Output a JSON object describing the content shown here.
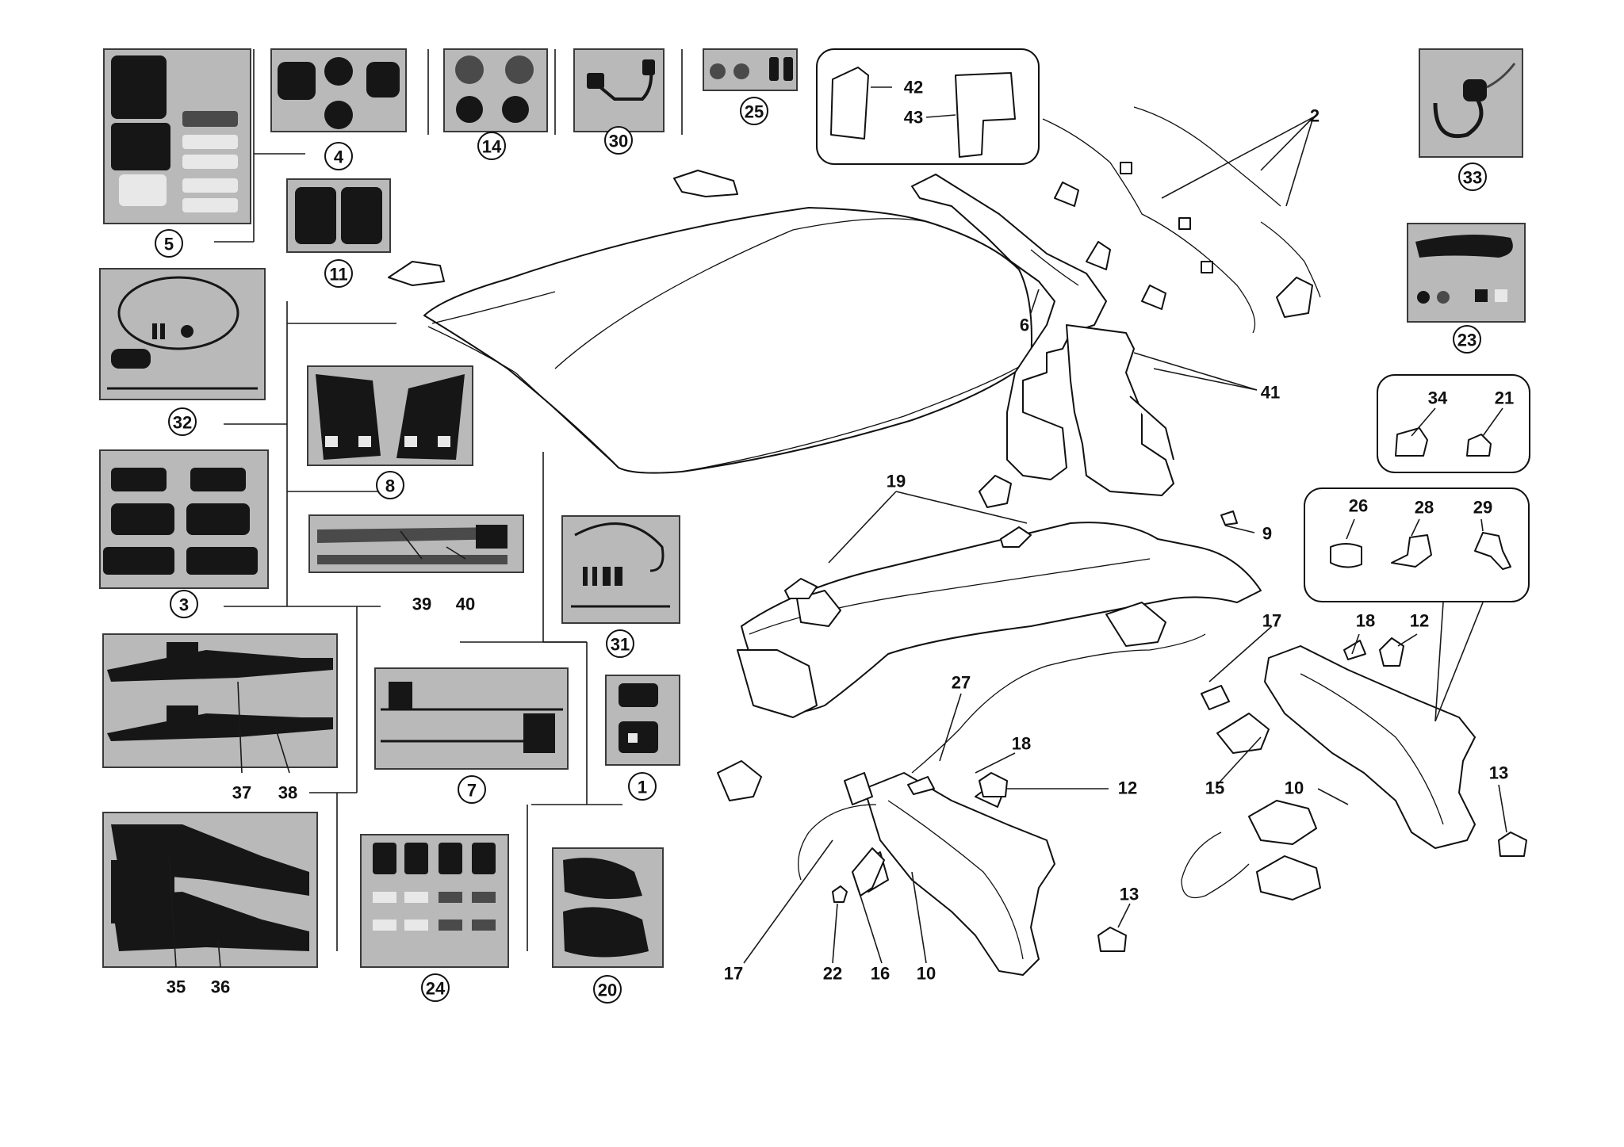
{
  "diagram": {
    "callouts_circled": [
      "5",
      "4",
      "14",
      "30",
      "25",
      "33",
      "11",
      "32",
      "8",
      "23",
      "3",
      "31",
      "7",
      "1",
      "24",
      "20"
    ],
    "callouts_plain": [
      "42",
      "43",
      "2",
      "6",
      "41",
      "34",
      "21",
      "26",
      "28",
      "29",
      "19",
      "9",
      "39",
      "40",
      "17",
      "18",
      "12",
      "27",
      "18",
      "12",
      "15",
      "10",
      "13",
      "37",
      "38",
      "17",
      "22",
      "16",
      "10",
      "13",
      "35",
      "36"
    ]
  },
  "labels": {
    "c5": "5",
    "c4": "4",
    "c14": "14",
    "c30": "30",
    "c25": "25",
    "c33": "33",
    "c11": "11",
    "c32": "32",
    "c8": "8",
    "c23": "23",
    "c3": "3",
    "c31": "31",
    "c7": "7",
    "c1": "1",
    "c24": "24",
    "c20": "20",
    "p42": "42",
    "p43": "43",
    "p2": "2",
    "p6": "6",
    "p41": "41",
    "p34": "34",
    "p21": "21",
    "p26": "26",
    "p28": "28",
    "p29": "29",
    "p19": "19",
    "p9": "9",
    "p39": "39",
    "p40": "40",
    "p17a": "17",
    "p18a": "18",
    "p12a": "12",
    "p27": "27",
    "p18b": "18",
    "p12b": "12",
    "p15": "15",
    "p10a": "10",
    "p13a": "13",
    "p37": "37",
    "p38": "38",
    "p17b": "17",
    "p22": "22",
    "p16": "16",
    "p10b": "10",
    "p13b": "13",
    "p35": "35",
    "p36": "36"
  }
}
